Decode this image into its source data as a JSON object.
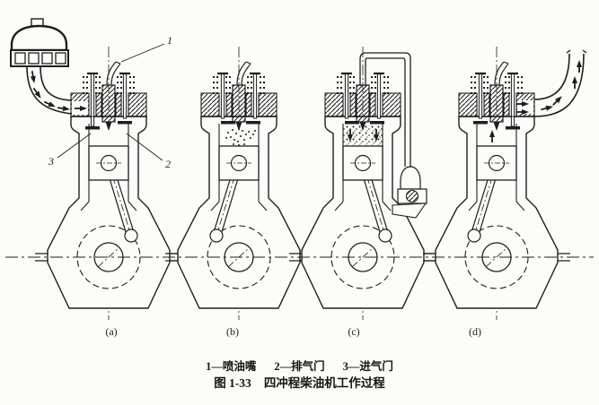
{
  "figure": {
    "panels": [
      {
        "label": "(a)"
      },
      {
        "label": "(b)"
      },
      {
        "label": "(c)"
      },
      {
        "label": "(d)"
      }
    ],
    "callouts": {
      "injector": "1",
      "exhaust_valve": "2",
      "intake_valve": "3"
    },
    "legend": [
      {
        "text": "1—喷油嘴"
      },
      {
        "text": "2—排气门"
      },
      {
        "text": "3—进气门"
      }
    ],
    "figure_no": "图 1-33",
    "title": "四冲程柴油机工作过程"
  },
  "colors": {
    "ink": "#1e1e1e",
    "paper": "#fcfcf9"
  }
}
